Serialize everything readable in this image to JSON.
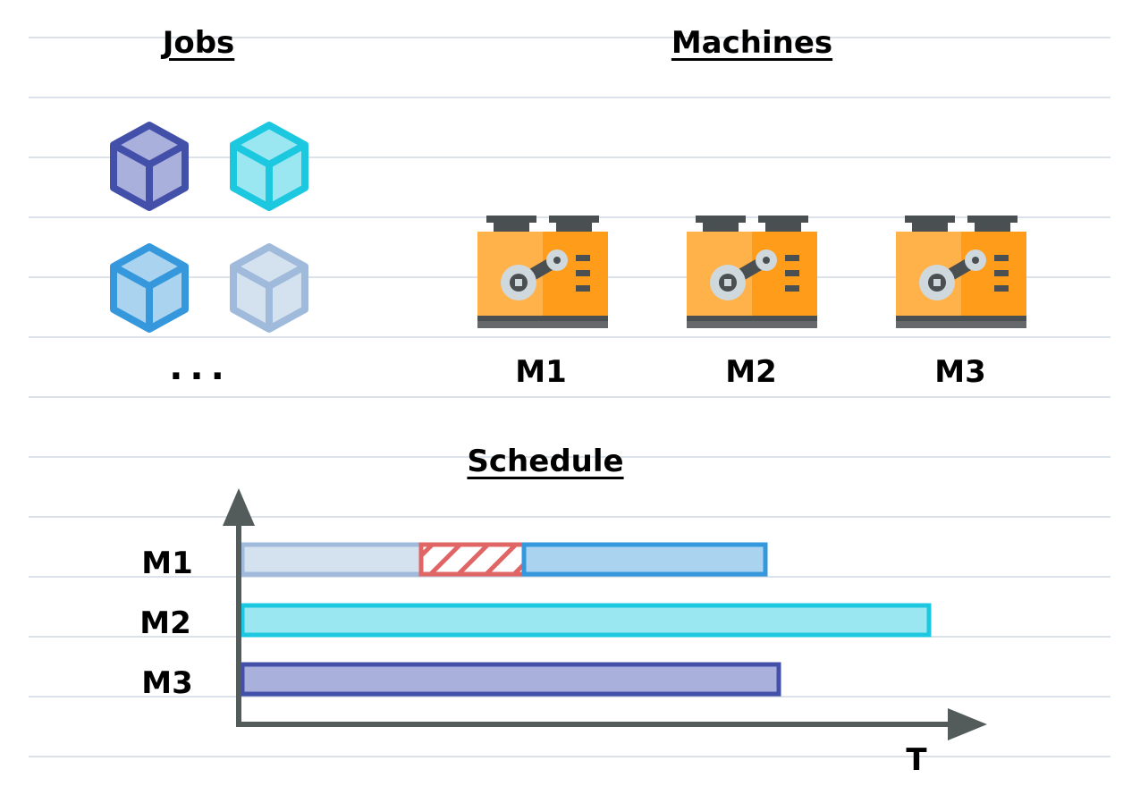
{
  "titles": {
    "jobs": "Jobs",
    "machines": "Machines",
    "schedule": "Schedule"
  },
  "jobs": {
    "cubes": [
      {
        "name": "job-cube-indigo",
        "stroke": "#4350a9",
        "fill": "#aab0dc"
      },
      {
        "name": "job-cube-cyan",
        "stroke": "#1cc8e0",
        "fill": "#9ae6f1"
      },
      {
        "name": "job-cube-blue",
        "stroke": "#3598dc",
        "fill": "#a9d3ef"
      },
      {
        "name": "job-cube-light",
        "stroke": "#9fbadb",
        "fill": "#d4e1ee"
      }
    ],
    "ellipsis": "..."
  },
  "machines": [
    {
      "label": "M1",
      "icon": "machine-icon"
    },
    {
      "label": "M2",
      "icon": "machine-icon"
    },
    {
      "label": "M3",
      "icon": "machine-icon"
    }
  ],
  "schedule": {
    "axis_label": "T",
    "rows": [
      {
        "machine": "M1"
      },
      {
        "machine": "M2"
      },
      {
        "machine": "M3"
      }
    ]
  },
  "chart_data": {
    "type": "gantt",
    "x_axis_label": "T",
    "rows": [
      "M1",
      "M2",
      "M3"
    ],
    "tasks": [
      {
        "row": "M1",
        "job": "light",
        "start": 0,
        "end": 200,
        "stroke": "#9fbadb",
        "fill": "#d4e1ee"
      },
      {
        "row": "M1",
        "job": "idle",
        "start": 200,
        "end": 315,
        "stroke": "#e06666",
        "fill": "hatched"
      },
      {
        "row": "M1",
        "job": "blue",
        "start": 315,
        "end": 585,
        "stroke": "#3598dc",
        "fill": "#a9d3ef"
      },
      {
        "row": "M2",
        "job": "cyan",
        "start": 0,
        "end": 768,
        "stroke": "#1cc8e0",
        "fill": "#9ae6f1"
      },
      {
        "row": "M3",
        "job": "indigo",
        "start": 0,
        "end": 600,
        "stroke": "#4350a9",
        "fill": "#aab0dc"
      }
    ]
  },
  "colors": {
    "rule_line": "#b7c6d6",
    "axis": "#535b5b",
    "machine_orange": "#ff9c1a",
    "machine_orange_light": "#ffb24a",
    "machine_dark": "#4a4f52"
  }
}
